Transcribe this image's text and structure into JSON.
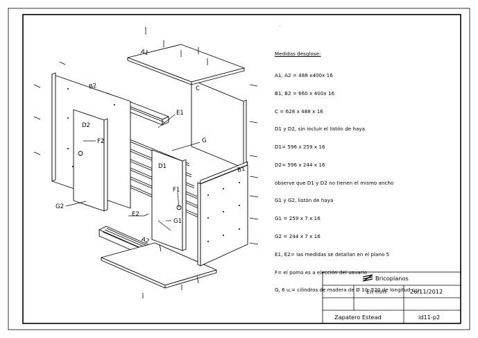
{
  "notes": {
    "title": "Medidas desglose:",
    "lines": [
      "A1, A2 = 488 x400x 16",
      "B1, B2 = 660 x 400x 16",
      "C = 628 x 488 x 16",
      "D1 y D2, sin incluir el listón de haya",
      "D1= 596 x 259 x 16",
      "D2= 596 x 244 x 16",
      "observe que D1 y D2 no tienen el mismo ancho",
      "G1 y G2, listón de haya",
      "G1 = 259 x 7 x 16",
      "G2 = 244 x 7 x 16",
      "E1, E2= las medidas se detallan en el plano 5",
      "F= el pomo es a elección del usuario",
      "G, 6 u.= cilindros de madera de Ø 10, 520 de longitud c.u."
    ]
  },
  "labels": {
    "a1": "A1",
    "a2": "A2",
    "b1": "B1",
    "b2": "B2",
    "c": "C",
    "d1": "D1",
    "d2": "D2",
    "e1": "E1",
    "e2": "E2",
    "f1": "F1",
    "f2": "F2",
    "g": "G",
    "g1": "G1",
    "g2": "G2"
  },
  "title_block": {
    "brand": "Bricoplanos",
    "units": "En mm",
    "date": "26/11/2012",
    "project": "Zapatero Estead",
    "sheet_id": "id11-p2"
  }
}
